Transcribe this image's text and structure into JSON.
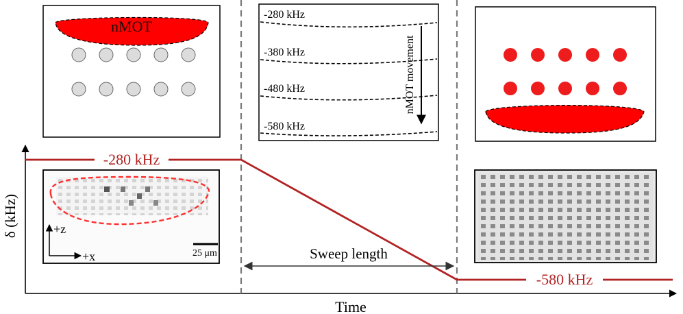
{
  "axes": {
    "x_label": "Time",
    "y_label": "δ (kHz)"
  },
  "ramp": {
    "start_label": "-280 kHz",
    "end_label": "-580 kHz",
    "sweep_label": "Sweep length",
    "color": "#b22222"
  },
  "left_panel": {
    "cloud_label": "nMOT",
    "cloud_color": "#ff0000",
    "dot_color": "#dcdcdc"
  },
  "middle_panel": {
    "levels": [
      "-280 kHz",
      "-380 kHz",
      "-480 kHz",
      "-580 kHz"
    ],
    "movement_label": "nMOT movement"
  },
  "right_panel": {
    "dot_color": "#ee1c1c"
  },
  "image_left": {
    "axis_z_label": "+z",
    "axis_x_label": "+x",
    "scale_label": "25 μm",
    "outline_color": "#ff3030"
  }
}
